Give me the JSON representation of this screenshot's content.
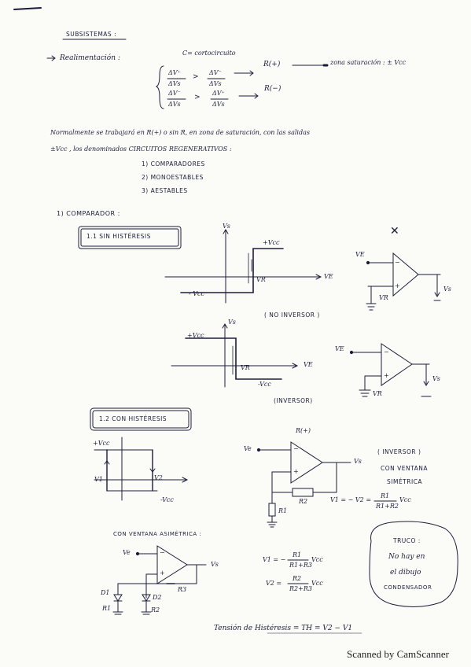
{
  "header": {
    "title": "SUBSISTEMAS :",
    "realimentacion_label": "Realimentación :",
    "cortocircuito": "C= cortocircuito",
    "row1_r": "R(+)",
    "row1_result": "zona saturación : ± Vcc",
    "row2_r": "R(−)",
    "delta_vplus": "ΔV⁺",
    "delta_vminus": "ΔV⁻",
    "delta_vs": "ΔVs",
    "gt": ">"
  },
  "intro": {
    "line1": "Normalmente se trabajará en R(+) o sin R, en zona de saturación, con las salidas",
    "line2": "±Vcc , los denominados CIRCUITOS REGENERATIVOS :",
    "items": [
      "1) COMPARADORES",
      "2) MONOESTABLES",
      "3) AESTABLES"
    ]
  },
  "comparador": {
    "heading": "1) COMPARADOR :",
    "sin_hist_box": "1.1  SIN HISTÉRESIS",
    "cross_mark": "✕",
    "g1": {
      "vs": "Vs",
      "vcc_pos": "+Vcc",
      "vcc_neg": "- Vcc",
      "vr": "VR",
      "ve": "VE"
    },
    "oa1": {
      "ve": "VE",
      "vr": "VR",
      "vs": "Vs",
      "minus": "−",
      "plus": "+"
    },
    "no_inversor": "( NO  INVERSOR )",
    "g2": {
      "vs": "Vs",
      "vcc_pos": "+Vcc",
      "vcc_neg": "-Vcc",
      "vr": "VR",
      "ve": "VE"
    },
    "oa2": {
      "ve": "VE",
      "vr": "VR",
      "vs": "Vs",
      "minus": "−",
      "plus": "+"
    },
    "inversor": "(INVERSOR)",
    "con_hist_box": "1.2  CON HISTÉRESIS",
    "g3": {
      "vcc_pos": "+Vcc",
      "vcc_neg": "-Vcc",
      "v1": "V1",
      "v2": "V2"
    },
    "oa3": {
      "r_plus": "R(+)",
      "ve": "Ve",
      "vs": "Vs",
      "r2": "R2",
      "r1": "R1",
      "minus": "−",
      "plus": "+"
    },
    "inversor2": "( INVERSOR )",
    "ventana_sim_1": "CON VENTANA",
    "ventana_sim_2": "SIMÉTRICA",
    "formula_sym_lhs": "V1 = − V2 =",
    "formula_sym_num": "R1",
    "formula_sym_den": "R1+R2",
    "formula_sym_tail": "Vcc",
    "ventana_asim": "CON VENTANA ASIMÉTRICA :",
    "oa4": {
      "ve": "Ve",
      "vs": "Vs",
      "d1": "D1",
      "d2": "D2",
      "r1": "R1",
      "r2": "R2",
      "r3": "R3",
      "minus": "−",
      "plus": "+"
    },
    "f1_lhs": "V1 = −",
    "f1_num": "R1",
    "f1_den": "R1+R3",
    "f1_tail": "Vcc",
    "f2_lhs": "V2 =",
    "f2_num": "R2",
    "f2_den": "R2+R3",
    "f2_tail": "Vcc",
    "truco": [
      "TRUCO :",
      "No hay en",
      "el dibujo",
      "CONDENSADOR"
    ],
    "tension": "Tensión de Histéresis =  TH = V2 − V1"
  },
  "footer": {
    "scanner": "Scanned by CamScanner"
  }
}
